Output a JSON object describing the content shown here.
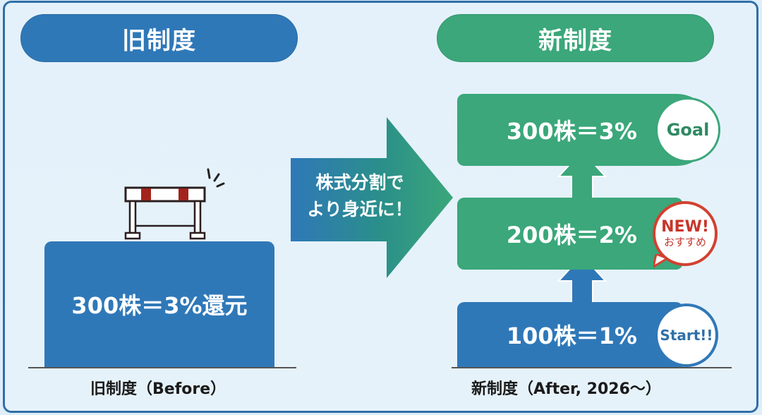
{
  "headers": {
    "old": "旧制度",
    "new": "新制度"
  },
  "old_system": {
    "box_text": "300株＝3%還元",
    "caption": "旧制度（Before）",
    "hurdle_icon": "hurdle-icon"
  },
  "transition": {
    "line1": "株式分割で",
    "line2": "より身近に！"
  },
  "new_system": {
    "steps": [
      {
        "value": "300株＝3%",
        "badge": "Goal"
      },
      {
        "value": "200株＝2%",
        "badge_line1": "NEW!",
        "badge_line2": "おすすめ"
      },
      {
        "value": "100株＝1%",
        "badge": "Start!!"
      }
    ],
    "caption": "新制度（After, 2026〜）"
  },
  "colors": {
    "blue": "#2f78b8",
    "green": "#3ba77a",
    "red": "#d2412f",
    "background": "#e4f1fa",
    "frame": "#2f6fa8"
  }
}
